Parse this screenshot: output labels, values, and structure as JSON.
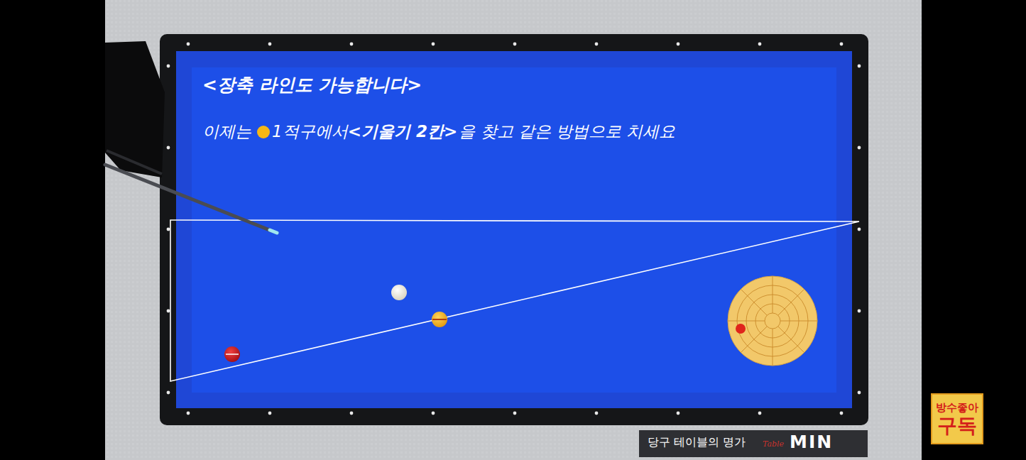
{
  "diagram": {
    "title": "<장축 라인도 가능합니다>",
    "labels": [
      "이제는",
      "1적구에서",
      "<기울기 2칸>",
      "을 찾고 같은 방법으로 치세요",
      "방수좋아",
      "구독",
      "당구 테이블의 명가",
      "Table",
      "MIN"
    ]
  }
}
